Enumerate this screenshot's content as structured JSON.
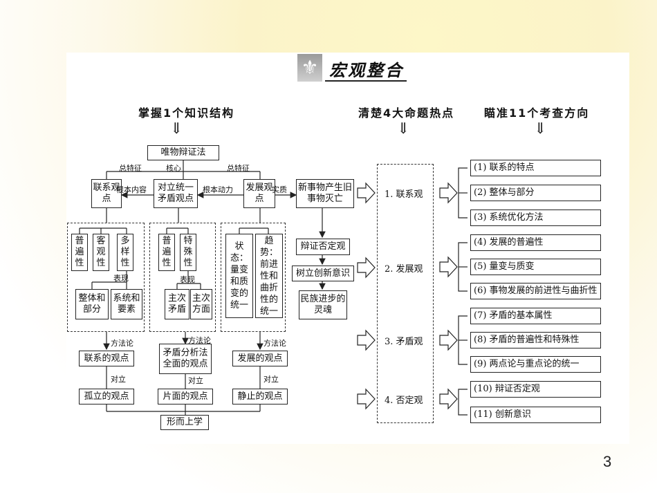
{
  "title": "宏观整合",
  "headers": {
    "structure": "掌握1个知识结构",
    "hotspots": "清楚4大命题热点",
    "directions": "瞄准11个考查方向"
  },
  "arrow_glyph": "⇓",
  "tree": {
    "root": "唯物辩证法",
    "labels": {
      "zongtezheng_left": "总特征",
      "hexin": "核心",
      "zongtezheng_right": "总特征",
      "genben_neirong": "根本内容",
      "genben_dongli": "根本动力",
      "shizhi": "实质",
      "biaoxian_left": "表现",
      "biaoxian_mid": "表现",
      "fangfalun_left": "方法论",
      "fangfalun_mid": "方法论",
      "fangfalun_right": "方法论",
      "duili_left": "对立",
      "duili_mid": "对立",
      "duili_right": "对立"
    },
    "lianxi": "联系观点",
    "maodun": "对立统一矛盾观点",
    "fazhan": "发展观点",
    "xinshiwu": "新事物产生旧事物灭亡",
    "lianxi_traits": [
      "普遍性",
      "客观性",
      "多样性"
    ],
    "lianxi_forms": [
      "整体和部分",
      "系统和要素"
    ],
    "maodun_traits": [
      "普遍性",
      "特殊性"
    ],
    "maodun_forms": [
      "主次矛盾",
      "主次方面"
    ],
    "fazhan_state": "状态：量变和质变的统一",
    "fazhan_trend": "趋势：前进性和曲折性的统一",
    "bianzheng": "辩证否定观",
    "chuangxin": "树立创新意识",
    "linghun": "民族进步的灵魂",
    "method_lianxi": "联系的观点",
    "method_maodun": "矛盾分析法全面的观点",
    "method_fazhan": "发展的观点",
    "oppose_lianxi": "孤立的观点",
    "oppose_maodun": "片面的观点",
    "oppose_fazhan": "静止的观点",
    "xingershang": "形而上学"
  },
  "hotspots": [
    "1. 联系观",
    "2. 发展观",
    "3. 矛盾观",
    "4. 否定观"
  ],
  "directions": [
    "(1) 联系的特点",
    "(2) 整体与部分",
    "(3) 系统优化方法",
    "(4) 发展的普遍性",
    "(5) 量变与质变",
    "(6) 事物发展的前进性与曲折性",
    "(7) 矛盾的基本属性",
    "(8) 矛盾的普遍性和特殊性",
    "(9) 两点论与重点论的统一",
    "(10) 辩证否定观",
    "(11) 创新意识"
  ],
  "page_number": "3",
  "colors": {
    "accent": "#111111",
    "panel": "#ffffff"
  }
}
